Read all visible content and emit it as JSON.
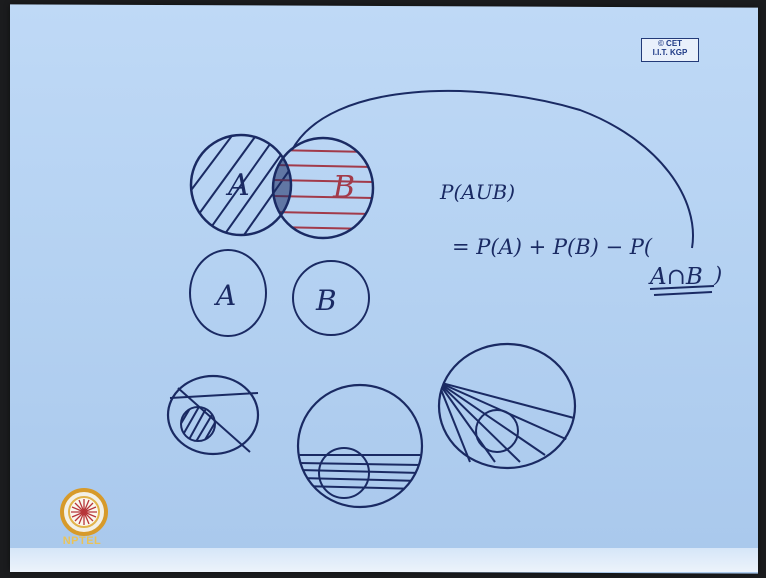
{
  "watermark": {
    "line1": "© CET",
    "line2": "I.I.T. KGP"
  },
  "formula": {
    "lhs": "P(AUB)",
    "rhs_a": "= P(A) + P(B) − P(",
    "rhs_b": "A∩B",
    "rhs_c": ")"
  },
  "venn": {
    "label_a": "A",
    "label_b": "B"
  },
  "separate_circles": {
    "label_a": "A",
    "label_b": "B"
  },
  "logo": {
    "text": "NPTEL"
  },
  "colors": {
    "ink": "#1a2a63",
    "red_ink": "#a23a4a",
    "paper": "#b9d5f4"
  }
}
